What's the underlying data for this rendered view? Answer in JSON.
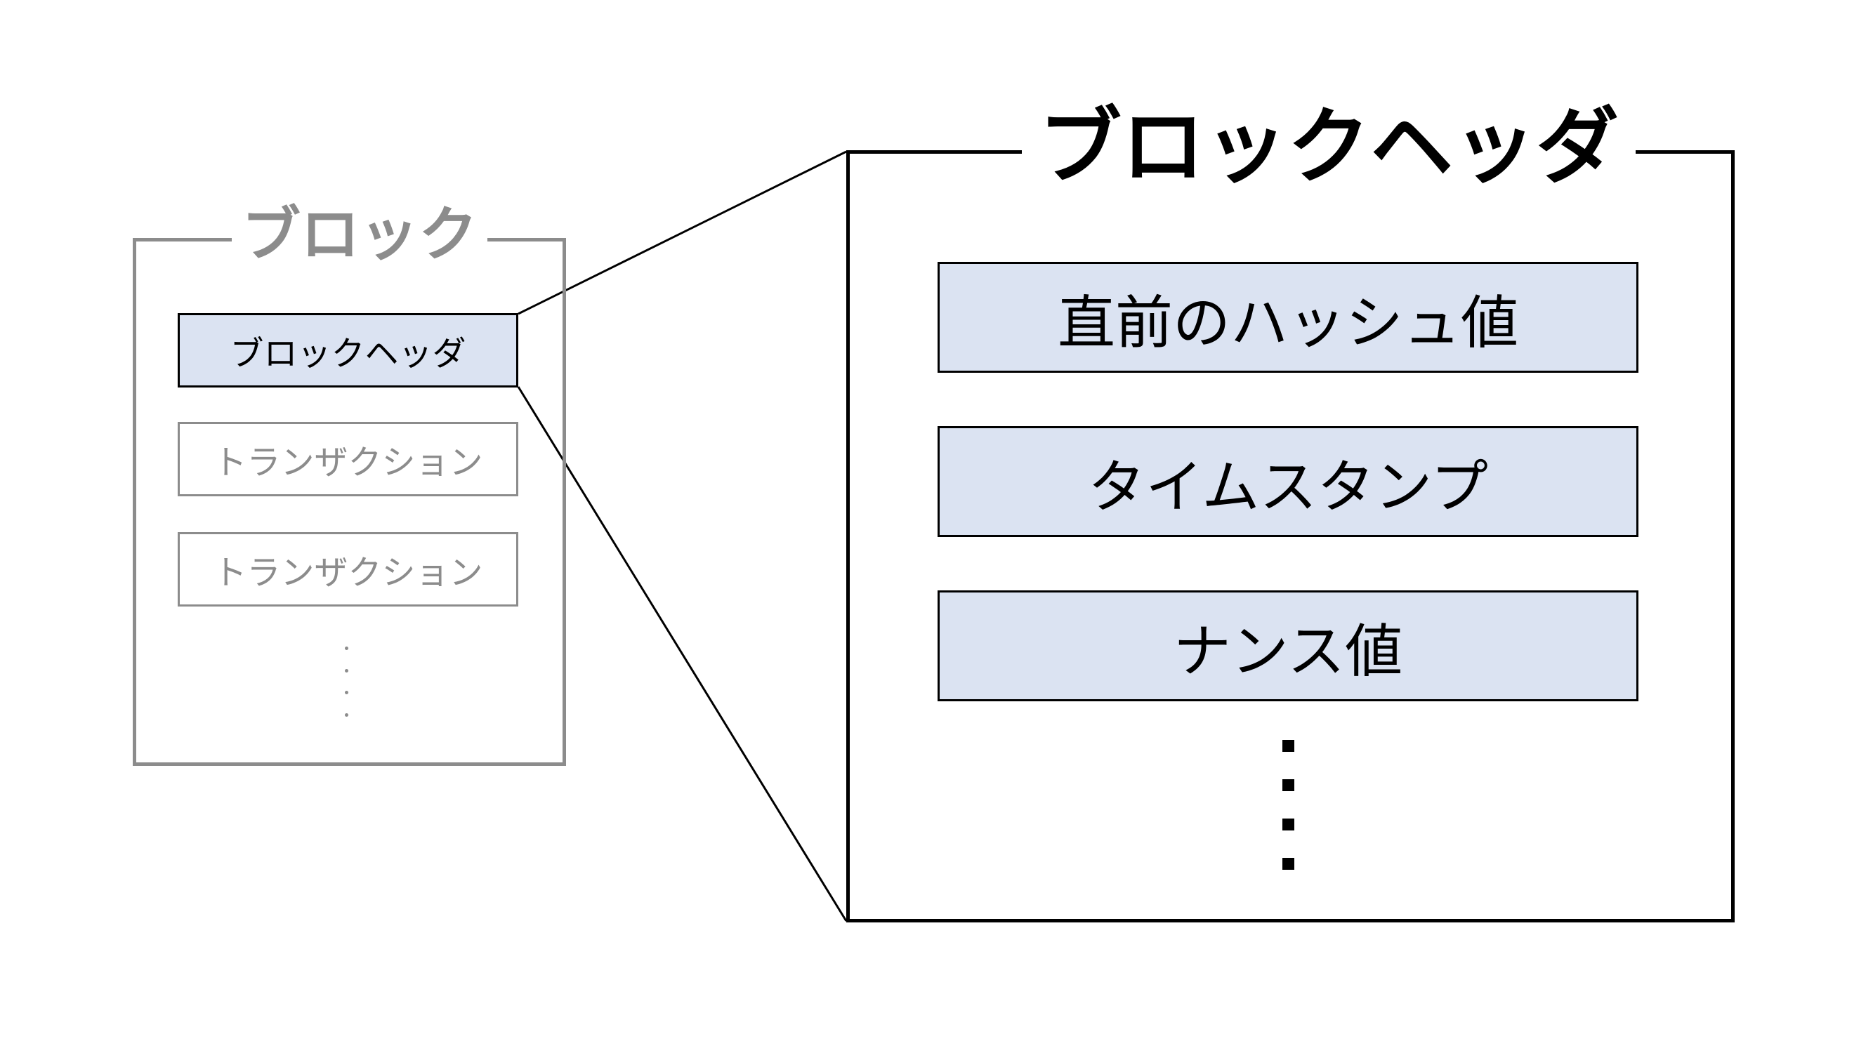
{
  "block": {
    "title": "ブロック",
    "header_label": "ブロックヘッダ",
    "transactions": [
      "トランザクション",
      "トランザクション"
    ]
  },
  "block_header": {
    "title": "ブロックヘッダ",
    "fields": [
      "直前のハッシュ値",
      "タイムスタンプ",
      "ナンス値"
    ]
  },
  "colors": {
    "field_fill": "#dbe3f2",
    "muted_gray": "#8c8c8c",
    "line": "#000000"
  }
}
